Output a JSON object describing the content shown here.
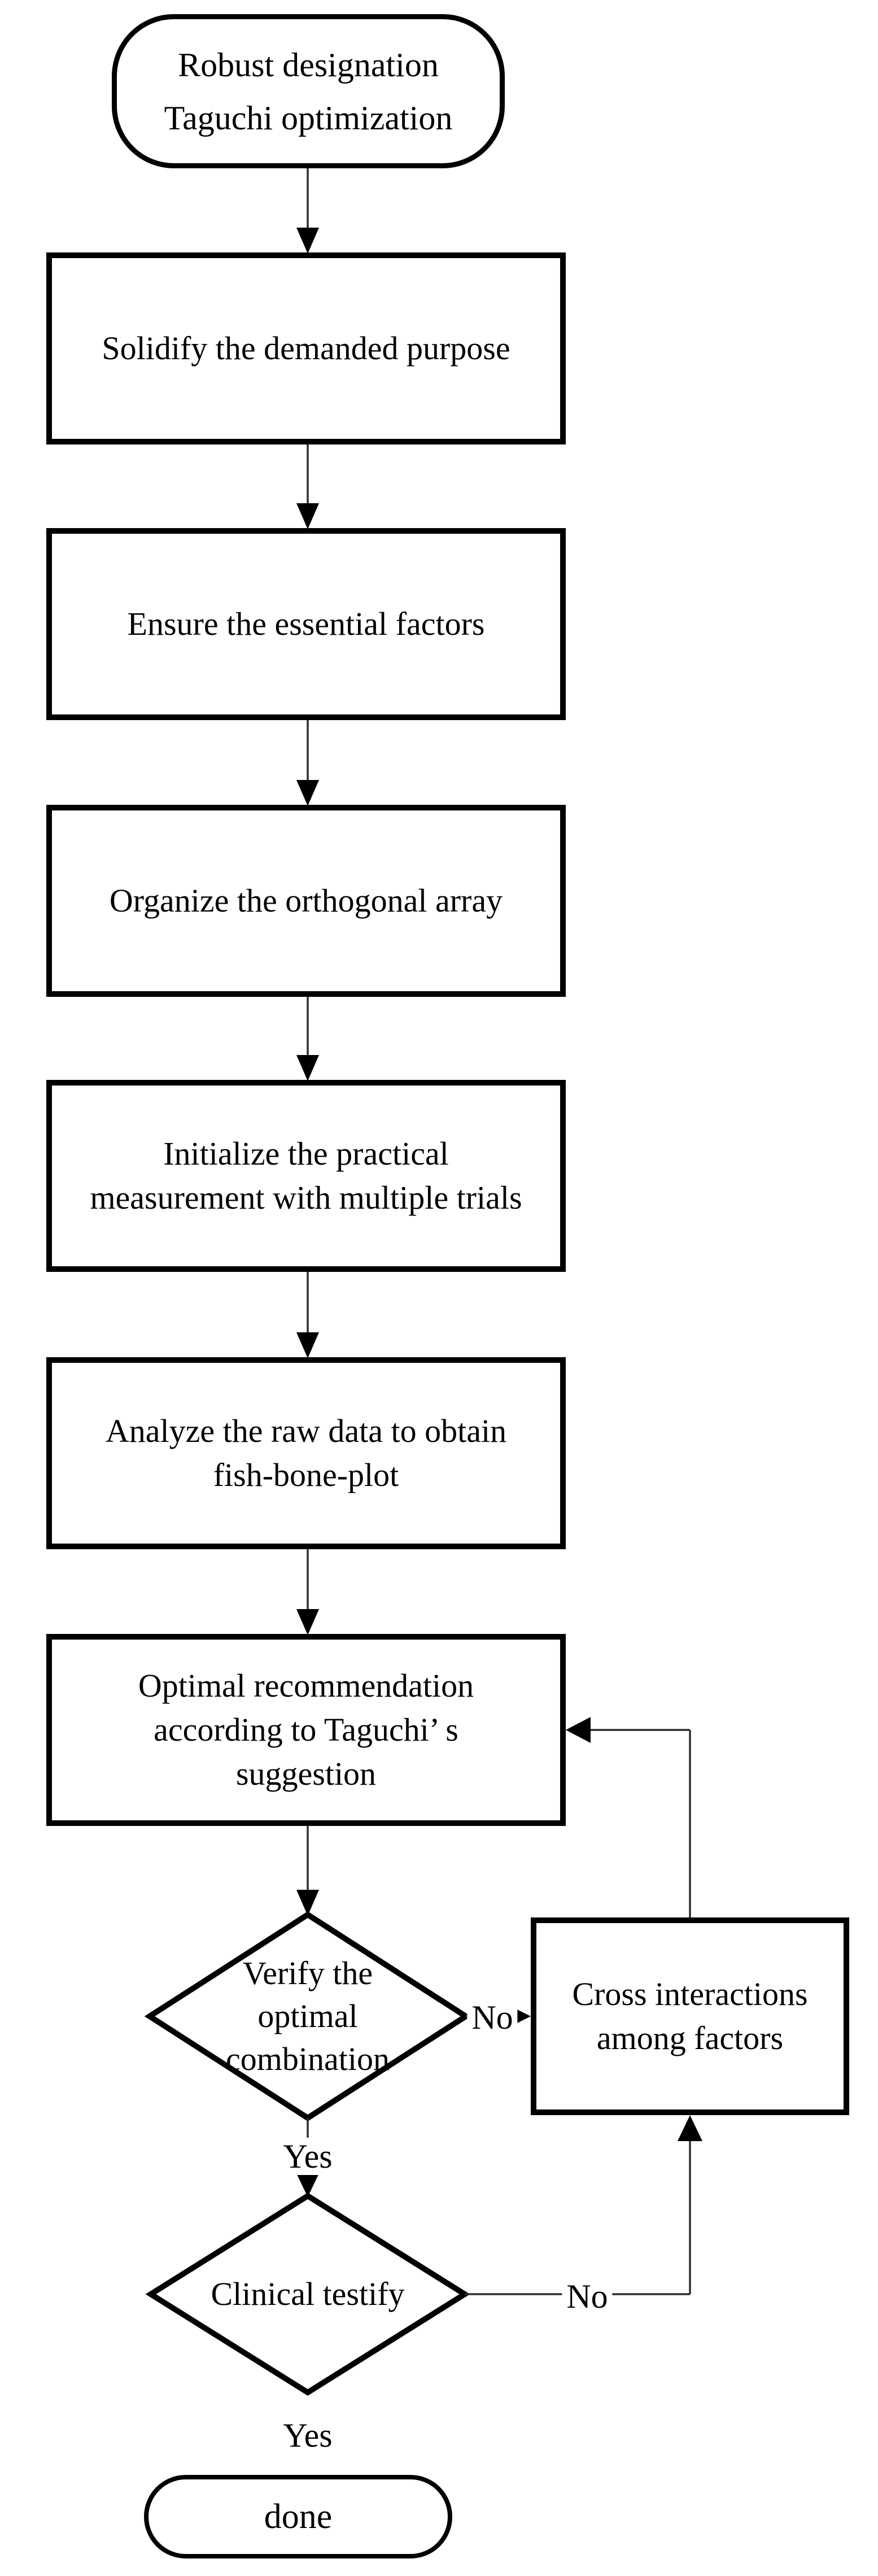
{
  "flowchart": {
    "title": "Robust designation Taguchi optimization flowchart",
    "start": {
      "label": "Robust designation\nTaguchi optimization"
    },
    "steps": [
      {
        "id": "step1",
        "label": "Solidify the demanded purpose"
      },
      {
        "id": "step2",
        "label": "Ensure the essential factors"
      },
      {
        "id": "step3",
        "label": "Organize the orthogonal array"
      },
      {
        "id": "step4",
        "label": "Initialize the practical\nmeasurement with multiple trials"
      },
      {
        "id": "step5",
        "label": "Analyze the raw data to obtain\nfish-bone-plot"
      },
      {
        "id": "step6",
        "label": "Optimal recommendation\naccording to Taguchi’ s\nsuggestion"
      }
    ],
    "decision1": {
      "label": "Verify the\noptimal\ncombination"
    },
    "cross_box": {
      "label": "Cross interactions\namong factors"
    },
    "decision2": {
      "label": "Clinical testify"
    },
    "end": {
      "label": "done"
    },
    "edge_labels": {
      "yes1": "Yes",
      "no1": "No",
      "yes2": "Yes",
      "no2": "No"
    },
    "colors": {
      "shape_stroke": "#000000",
      "connector": "#2e2e2e",
      "background": "#ffffff",
      "text": "#000000"
    }
  }
}
